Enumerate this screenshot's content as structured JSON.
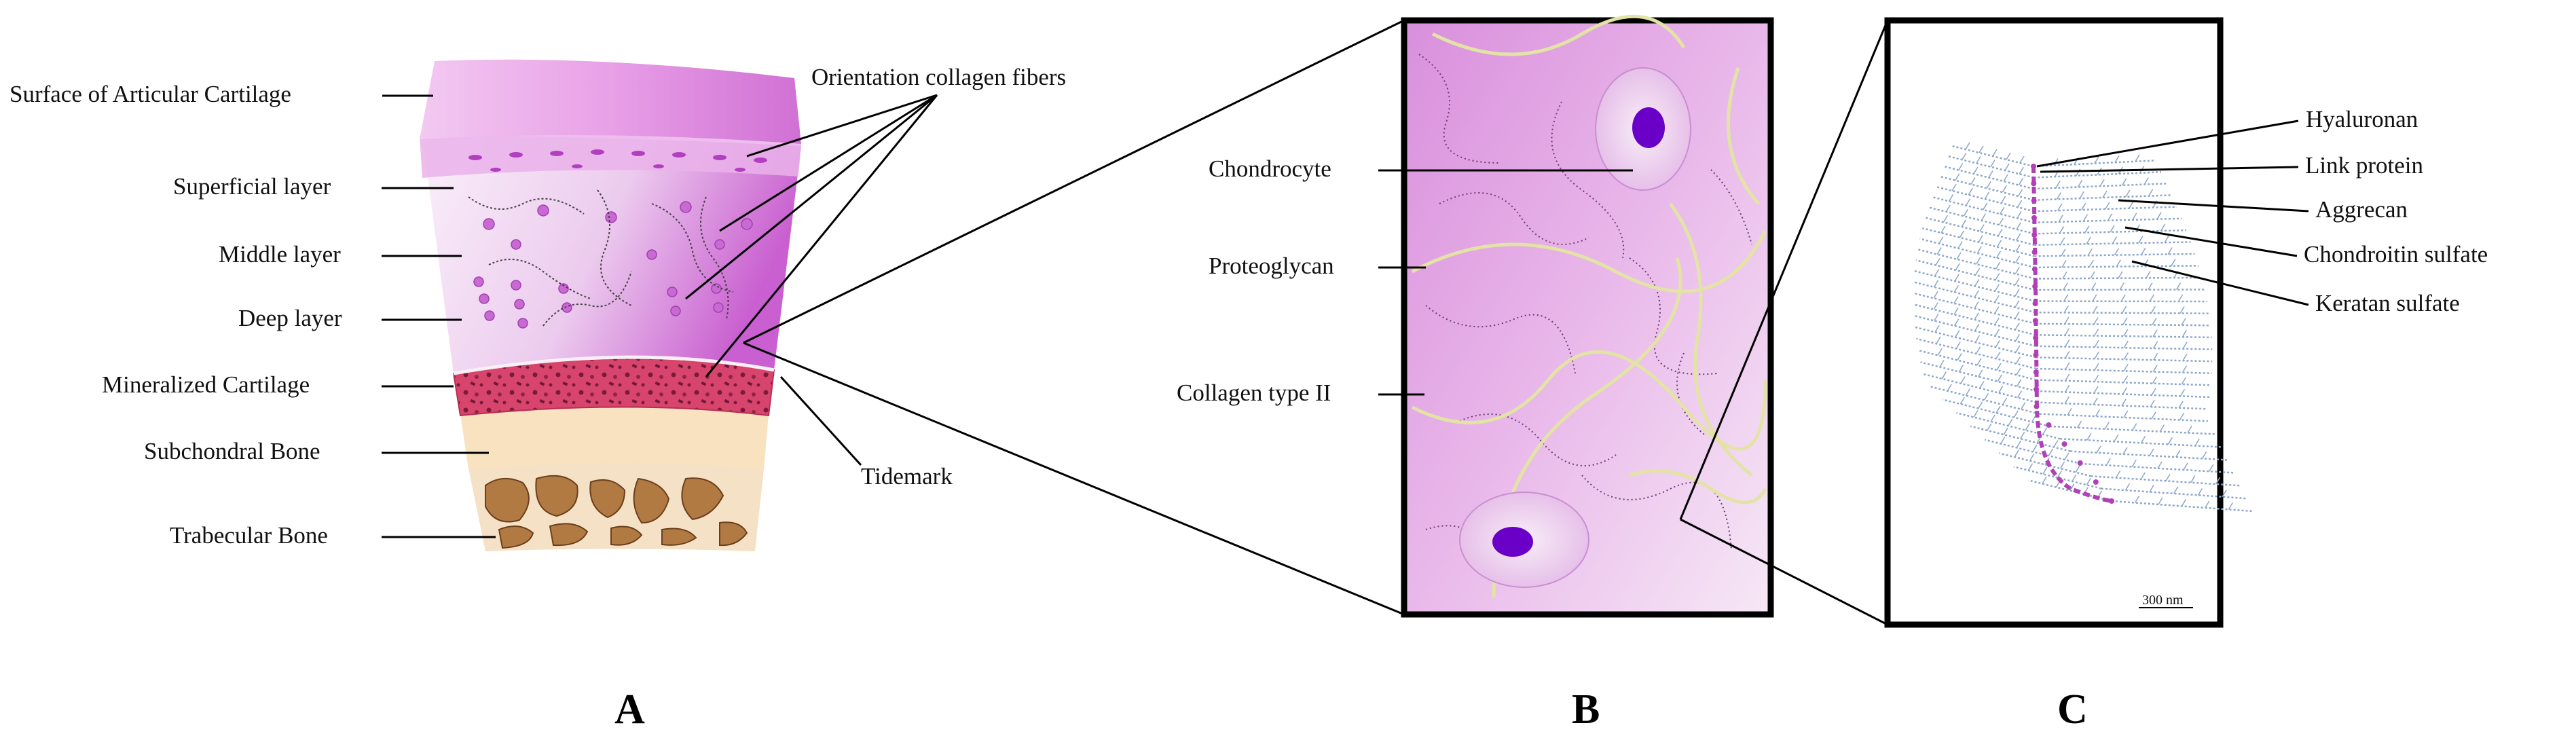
{
  "panel_a": {
    "letter": "A",
    "labels": {
      "surface": "Surface of Articular Cartilage",
      "superficial": "Superficial layer",
      "middle": "Middle layer",
      "deep": "Deep layer",
      "mineralized": "Mineralized Cartilage",
      "subchondral": "Subchondral Bone",
      "trabecular": "Trabecular Bone",
      "orientation": "Orientation collagen fibers",
      "tidemark": "Tidemark"
    }
  },
  "panel_b": {
    "letter": "B",
    "labels": {
      "chondrocyte": "Chondrocyte",
      "proteoglycan": "Proteoglycan",
      "collagen": "Collagen type II"
    }
  },
  "panel_c": {
    "letter": "C",
    "labels": {
      "hyaluronan": "Hyaluronan",
      "link_protein": "Link protein",
      "aggrecan": "Aggrecan",
      "chondroitin": "Chondroitin sulfate",
      "keratan": "Keratan sulfate"
    },
    "scale_bar": "300 nm"
  },
  "colors": {
    "cartilage_light": "#f7e8f7",
    "cartilage_mid": "#e7a7e6",
    "cartilage_dark": "#c855cf",
    "mineralized": "#d9456f",
    "subchondral": "#f8e2c0",
    "trabecular": "#b07a45",
    "collagen_fiber": "#e3e3a5",
    "nucleus": "#6a00c8",
    "aggrecan_core": "#b040b8",
    "gag_chain": "#8ea6c8"
  }
}
